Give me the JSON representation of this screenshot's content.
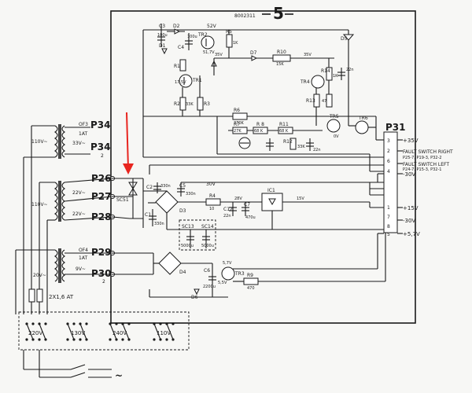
{
  "header": {
    "part_number": "8002311",
    "module_number": "5"
  },
  "connectors": {
    "p34": "P34",
    "p26": "P26",
    "p27": "P27",
    "p28": "P28",
    "p29": "P29",
    "p30": "P30",
    "p31": "P31"
  },
  "pin_numbers": {
    "p34_bottom": "2",
    "p30_bottom": "2"
  },
  "fuses": {
    "of3": "OF3",
    "of3_rating": "1AT",
    "of4": "OF4",
    "of4_rating": "1AT",
    "main": "2X1,6 AT"
  },
  "transformer": {
    "primary_upper": "110V~",
    "primary_lower": "110V~",
    "sec_33v": "33V~",
    "sec_22v_a": "22V~",
    "sec_22v_b": "22V~",
    "sec_20v": "20V~",
    "sec_9v": "9V~"
  },
  "components": {
    "d1": "D1",
    "d2": "D2",
    "d3": "D3",
    "d4": "D4",
    "d5": "D5",
    "d6": "D6",
    "d7": "D7",
    "tr1": "TR1",
    "tr2": "TR2",
    "tr3": "TR3",
    "tr4": "TR4",
    "tr5": "TR5",
    "tr6": "TR6",
    "r1": "R1",
    "r2": "R2",
    "r3": "R3",
    "r4": "R4",
    "r5": "R5",
    "r6": "R6",
    "r7": "R7",
    "r8": "R 8",
    "r9": "R9",
    "r10": "R10",
    "r11": "R11",
    "r12": "R12",
    "r13": "R13",
    "r14": "R14",
    "c1": "C1",
    "c2": "C2",
    "c3": "C3",
    "c4": "C4",
    "c5": "C5",
    "c6": "C6",
    "c7": "C7",
    "c10": "C10",
    "c12": "C12",
    "sc13": "SC13",
    "sc14": "SC14",
    "ic1": "IC1",
    "sc51": "SC51"
  },
  "values": {
    "r5": "1K",
    "r10": "15K",
    "r14": "1K",
    "r13": "470",
    "r6": "270K",
    "r7": "27K",
    "r8": "68 K",
    "r11": "68 K",
    "r12": "33K",
    "r4": "10",
    "r9": "470",
    "r1": "33K",
    "r2": "33K",
    "c1": "330n",
    "c2": "330n",
    "c5": "330n",
    "c12": "22n",
    "c7": "470u",
    "c10": "22n",
    "c3": "100u",
    "c4": "100u",
    "c6": "2200u",
    "sc13": "5000u",
    "sc14": "5000u",
    "c1_top": "100u"
  },
  "voltages": {
    "v52": "52V",
    "v51": "51,7V",
    "v35a": "35V",
    "v35b": "35V",
    "v17": "17,5V",
    "v0": "0V",
    "v28": "28V",
    "v15": "15V",
    "v57": "5,7V",
    "v55": "5,5V",
    "v30": "30V"
  },
  "outputs": {
    "plus35": "+35V",
    "fault_right": "FAULT SWITCH RIGHT",
    "fault_right_pins": "P25-7, P19-3, P32-2",
    "fault_left": "FAULT SWITCH LEFT",
    "fault_left_pins": "P24-7, P15-3, P32-1",
    "minus30": "-30V",
    "plus15": "+15V",
    "minus30b": "-30V",
    "plus57": "+5,7V"
  },
  "p31_pins": [
    "3",
    "2",
    "6",
    "4",
    "1",
    "7",
    "8",
    "5"
  ],
  "voltage_selector": {
    "v220": "220V",
    "v130": "130V",
    "v240": "240V",
    "v110": "110V"
  },
  "mains_symbol": "~",
  "annotation": {
    "arrow_color": "#e8251f"
  }
}
